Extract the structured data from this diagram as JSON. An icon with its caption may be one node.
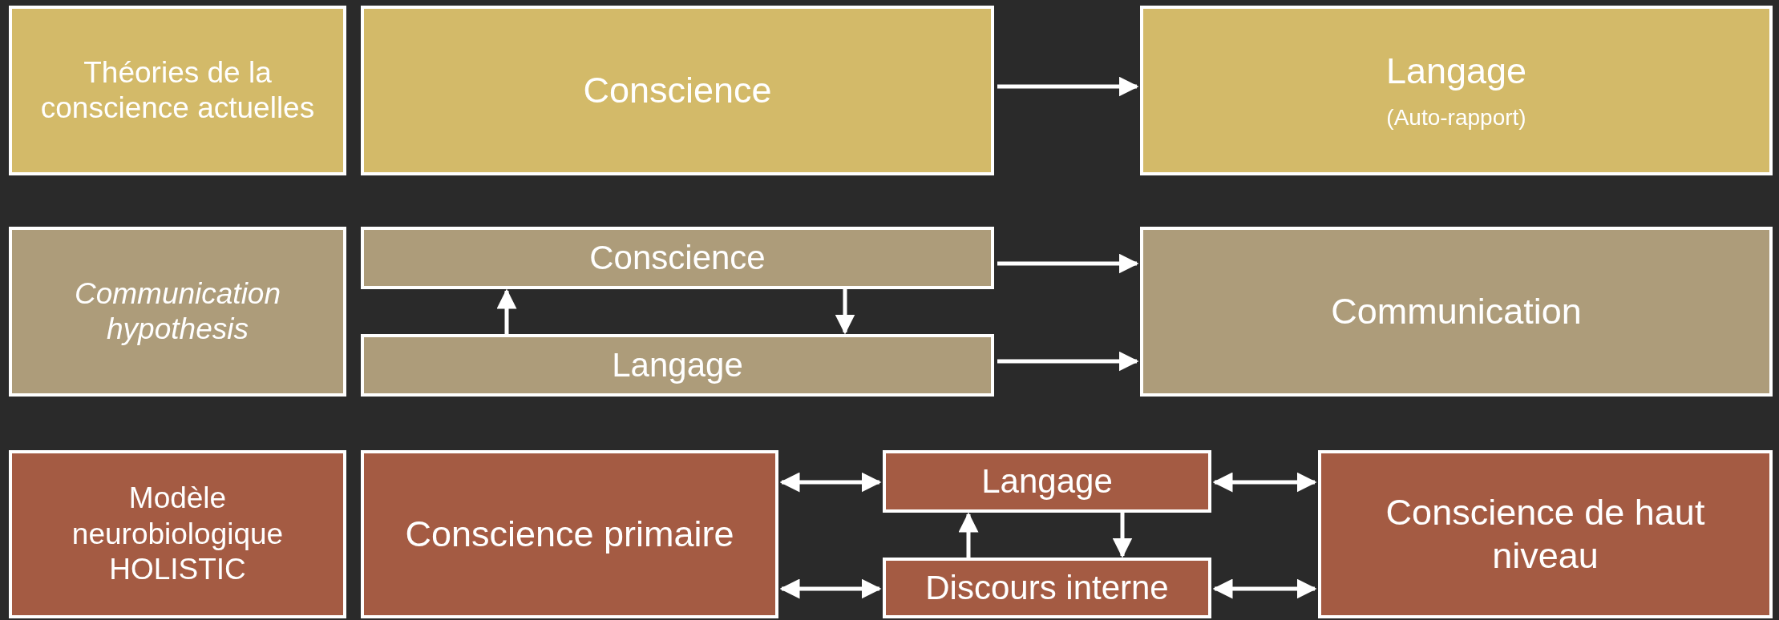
{
  "diagram": {
    "nodes": [
      {
        "text": [
          "Théories de la conscience actuelles"
        ]
      },
      {
        "text": [
          "Conscience"
        ]
      },
      {
        "text": [
          "Langage",
          "(Auto-rapport)"
        ]
      },
      {
        "text": [
          "Communication hypothesis"
        ]
      },
      {
        "text": [
          "Conscience"
        ]
      },
      {
        "text": [
          "Langage"
        ]
      },
      {
        "text": [
          "Communication"
        ]
      },
      {
        "text": [
          "Modèle neurobiologique HOLISTIC"
        ]
      },
      {
        "text": [
          "Conscience primaire"
        ]
      },
      {
        "text": [
          "Langage"
        ]
      },
      {
        "text": [
          "Discours interne"
        ]
      },
      {
        "text": [
          "Conscience de haut niveau"
        ]
      }
    ],
    "edges": [
      {
        "from": 1,
        "to": 2,
        "arrow": "to"
      },
      {
        "from": 5,
        "to": 4,
        "arrow": "to"
      },
      {
        "from": 4,
        "to": 5,
        "arrow": "to"
      },
      {
        "from": 4,
        "to": 6,
        "arrow": "to"
      },
      {
        "from": 5,
        "to": 6,
        "arrow": "to"
      },
      {
        "from": 8,
        "to": 9,
        "arrow": "both"
      },
      {
        "from": 8,
        "to": 10,
        "arrow": "both"
      },
      {
        "from": 10,
        "to": 9,
        "arrow": "to"
      },
      {
        "from": 9,
        "to": 10,
        "arrow": "to"
      },
      {
        "from": 9,
        "to": 11,
        "arrow": "both"
      },
      {
        "from": 10,
        "to": 11,
        "arrow": "both"
      }
    ]
  }
}
